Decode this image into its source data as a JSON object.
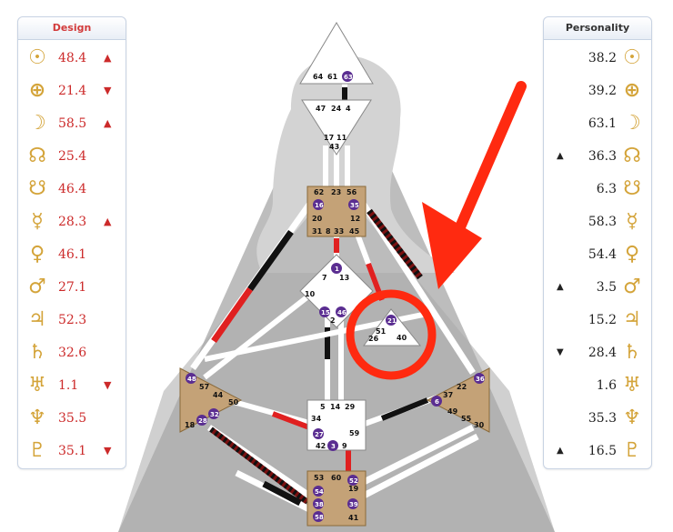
{
  "design": {
    "title": "Design",
    "rows": [
      {
        "symbol": "☉",
        "icon": "sun-icon",
        "value": "48.4",
        "arrow": "▲"
      },
      {
        "symbol": "⊕",
        "icon": "earth-icon",
        "value": "21.4",
        "arrow": "▼"
      },
      {
        "symbol": "☽",
        "icon": "moon-icon",
        "value": "58.5",
        "arrow": "▲"
      },
      {
        "symbol": "☊",
        "icon": "north-node-icon",
        "value": "25.4",
        "arrow": ""
      },
      {
        "symbol": "☋",
        "icon": "south-node-icon",
        "value": "46.4",
        "arrow": ""
      },
      {
        "symbol": "☿",
        "icon": "mercury-icon",
        "value": "28.3",
        "arrow": "▲"
      },
      {
        "symbol": "♀",
        "icon": "venus-icon",
        "value": "46.1",
        "arrow": ""
      },
      {
        "symbol": "♂",
        "icon": "mars-icon",
        "value": "27.1",
        "arrow": ""
      },
      {
        "symbol": "♃",
        "icon": "jupiter-icon",
        "value": "52.3",
        "arrow": ""
      },
      {
        "symbol": "♄",
        "icon": "saturn-icon",
        "value": "32.6",
        "arrow": ""
      },
      {
        "symbol": "♅",
        "icon": "uranus-icon",
        "value": "1.1",
        "arrow": "▼"
      },
      {
        "symbol": "♆",
        "icon": "neptune-icon",
        "value": "35.5",
        "arrow": ""
      },
      {
        "symbol": "♇",
        "icon": "pluto-icon",
        "value": "35.1",
        "arrow": "▼"
      }
    ]
  },
  "personality": {
    "title": "Personality",
    "rows": [
      {
        "symbol": "☉",
        "icon": "sun-icon",
        "value": "38.2",
        "arrow": ""
      },
      {
        "symbol": "⊕",
        "icon": "earth-icon",
        "value": "39.2",
        "arrow": ""
      },
      {
        "symbol": "☽",
        "icon": "moon-icon",
        "value": "63.1",
        "arrow": ""
      },
      {
        "symbol": "☊",
        "icon": "north-node-icon",
        "value": "36.3",
        "arrow": "▲"
      },
      {
        "symbol": "☋",
        "icon": "south-node-icon",
        "value": "6.3",
        "arrow": ""
      },
      {
        "symbol": "☿",
        "icon": "mercury-icon",
        "value": "58.3",
        "arrow": ""
      },
      {
        "symbol": "♀",
        "icon": "venus-icon",
        "value": "54.4",
        "arrow": ""
      },
      {
        "symbol": "♂",
        "icon": "mars-icon",
        "value": "3.5",
        "arrow": "▲"
      },
      {
        "symbol": "♃",
        "icon": "jupiter-icon",
        "value": "15.2",
        "arrow": ""
      },
      {
        "symbol": "♄",
        "icon": "saturn-icon",
        "value": "28.4",
        "arrow": "▼"
      },
      {
        "symbol": "♅",
        "icon": "uranus-icon",
        "value": "1.6",
        "arrow": ""
      },
      {
        "symbol": "♆",
        "icon": "neptune-icon",
        "value": "35.3",
        "arrow": ""
      },
      {
        "symbol": "♇",
        "icon": "pluto-icon",
        "value": "16.5",
        "arrow": "▲"
      }
    ]
  },
  "bodygraph": {
    "head_gates": [
      "64",
      "61",
      "63"
    ],
    "ajna_top_gates": [
      "47",
      "24",
      "4"
    ],
    "ajna_bottom_gates": [
      "17",
      "11",
      "43"
    ],
    "throat_top_gates": [
      "62",
      "23",
      "56"
    ],
    "throat_left_gates": [
      "16",
      "20",
      "31"
    ],
    "throat_mid_gates": [
      "8",
      "33"
    ],
    "throat_right_gates": [
      "35",
      "12",
      "45"
    ],
    "g_top_gates": [
      "1",
      "7",
      "13"
    ],
    "g_left_gates": [
      "10",
      "15",
      "2"
    ],
    "g_mid_gates": [
      "46"
    ],
    "heart_gates": [
      "21",
      "51",
      "26",
      "40"
    ],
    "spleen_gates": [
      "48",
      "57",
      "44",
      "50",
      "32",
      "28",
      "18"
    ],
    "sacral_gates": [
      "5",
      "14",
      "29",
      "34",
      "27",
      "59",
      "42",
      "3",
      "9"
    ],
    "solar_gates": [
      "36",
      "22",
      "37",
      "6",
      "49",
      "55",
      "30"
    ],
    "root_gates": [
      "53",
      "60",
      "52",
      "54",
      "19",
      "38",
      "39",
      "58",
      "41"
    ]
  },
  "colors": {
    "design": "#e02020",
    "personality": "#111111",
    "annotation": "#ff2a10",
    "center": "#c4a277",
    "gate_badge": "#5a2d91"
  }
}
